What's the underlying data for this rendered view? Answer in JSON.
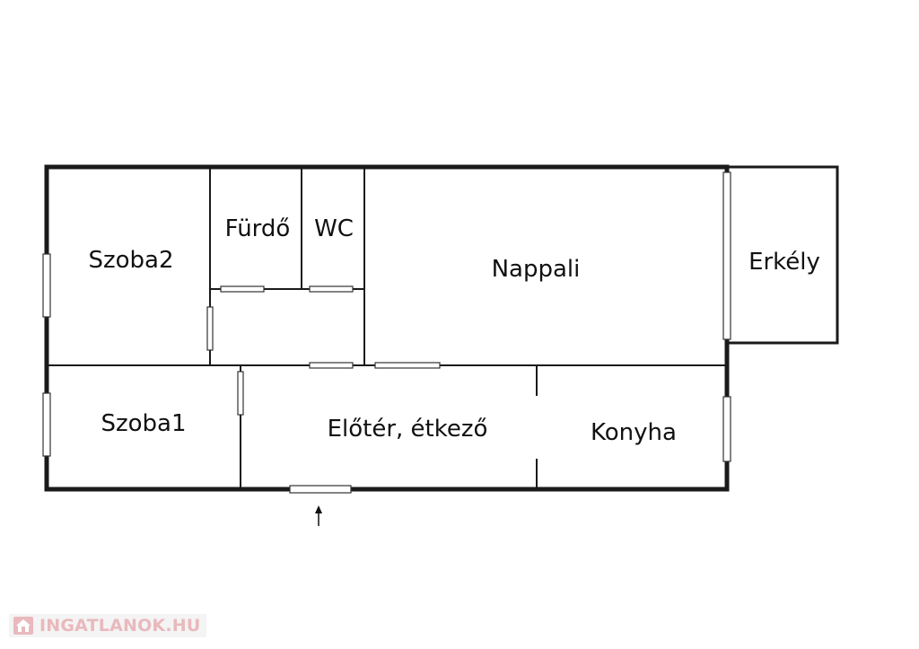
{
  "rooms": {
    "szoba2": "Szoba2",
    "furdo": "Fürdő",
    "wc": "WC",
    "nappali": "Nappali",
    "erkely": "Erkély",
    "szoba1": "Szoba1",
    "eloter": "Előtér, étkező",
    "konyha": "Konyha"
  },
  "watermark": {
    "text": "INGATLANOK.HU",
    "color": "#e9b9bd"
  },
  "colors": {
    "wall": "#1a1a1a",
    "background": "#ffffff"
  }
}
